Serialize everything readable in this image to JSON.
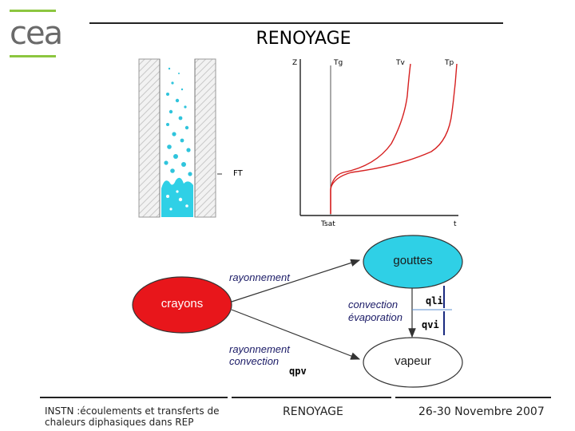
{
  "logo": {
    "text": "cea",
    "accent_color": "#8cc63f"
  },
  "header": {
    "title": "RENOYAGE"
  },
  "plot": {
    "axis_z": "Z",
    "axis_t": "t",
    "curve_tg": "Tg",
    "curve_tv": "Tv",
    "curve_tp": "Tp",
    "tsat": "Tsat",
    "ft": "FT",
    "curve_color": "#d62020"
  },
  "scheme": {
    "node_crayons": "crayons",
    "node_gouttes": "gouttes",
    "node_vapeur": "vapeur",
    "arrow_rayonnement": "rayonnement",
    "arrow_conv_evap_1": "convection",
    "arrow_conv_evap_2": "évaporation",
    "arrow_ray_conv_1": "rayonnement",
    "arrow_ray_conv_2": "convection",
    "q_li": "qli",
    "q_vi": "qvi",
    "q_pv": "qpv",
    "colors": {
      "crayons": "#e8161b",
      "gouttes": "#2fd0e6",
      "vapeur": "#ffffff"
    }
  },
  "footer": {
    "left_line1": "INSTN :écoulements et transferts de",
    "left_line2": "chaleurs diphasiques dans REP",
    "center": "RENOYAGE",
    "right": "26-30 Novembre 2007"
  }
}
